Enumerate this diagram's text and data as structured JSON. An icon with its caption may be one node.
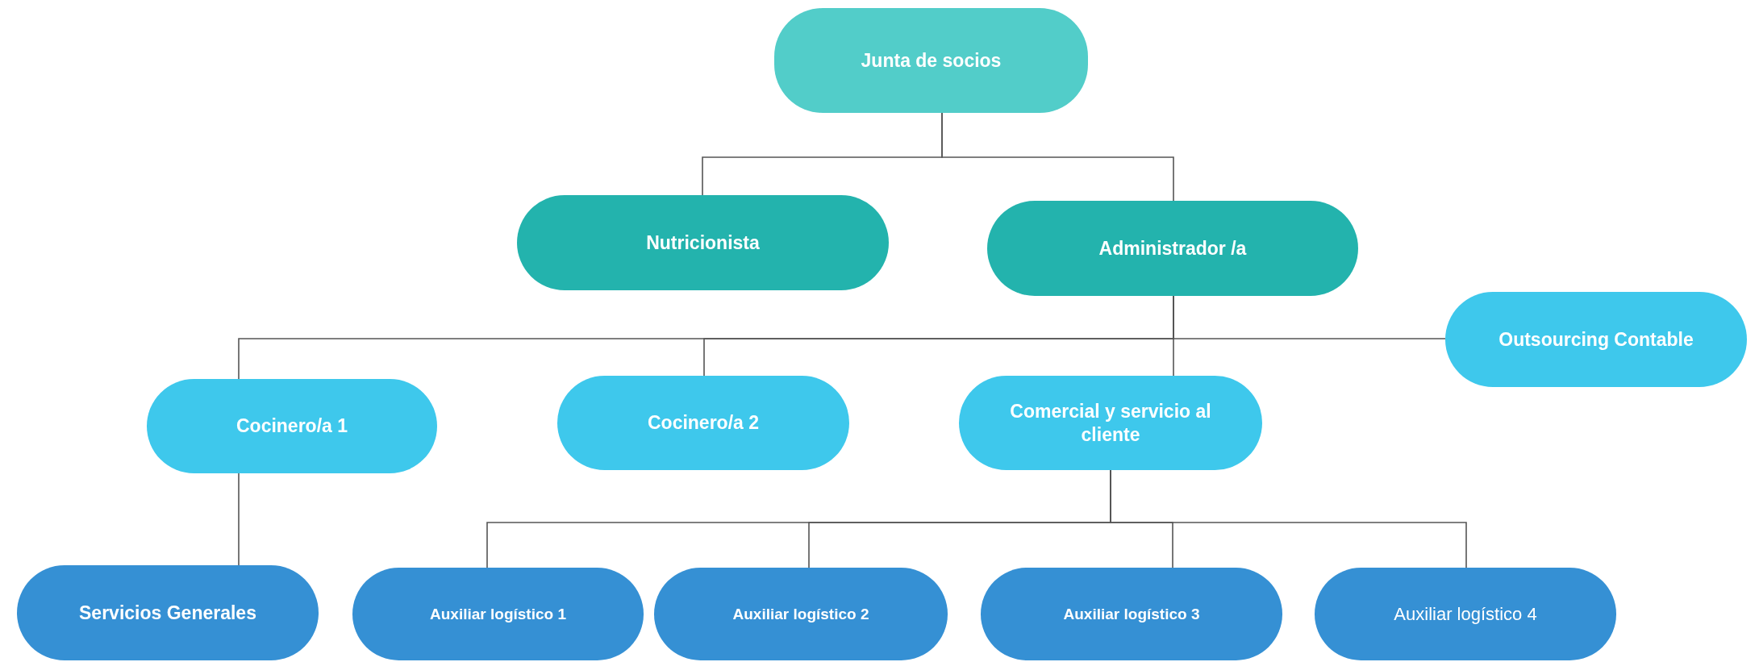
{
  "diagram": {
    "nodes": [
      {
        "text": [
          "Junta de socios"
        ]
      },
      {
        "text": [
          "Nutricionista"
        ]
      },
      {
        "text": [
          "Administrador /a"
        ]
      },
      {
        "text": [
          "Outsourcing Contable"
        ]
      },
      {
        "text": [
          "Cocinero/a 1"
        ]
      },
      {
        "text": [
          "Cocinero/a 2"
        ]
      },
      {
        "text": [
          "Comercial y servicio al cliente"
        ]
      },
      {
        "text": [
          "Servicios Generales"
        ]
      },
      {
        "text": [
          "Auxiliar logístico  1"
        ]
      },
      {
        "text": [
          "Auxiliar logístico  2"
        ]
      },
      {
        "text": [
          "Auxiliar logístico  3"
        ]
      },
      {
        "text": [
          "Auxiliar logístico 4"
        ]
      }
    ],
    "edges": [
      {
        "from": 0,
        "to": 1,
        "arrow": "none"
      },
      {
        "from": 0,
        "to": 2,
        "arrow": "none"
      },
      {
        "from": 2,
        "to": 4,
        "arrow": "none"
      },
      {
        "from": 2,
        "to": 5,
        "arrow": "none"
      },
      {
        "from": 2,
        "to": 6,
        "arrow": "none"
      },
      {
        "from": 2,
        "to": 3,
        "arrow": "none"
      },
      {
        "from": 4,
        "to": 7,
        "arrow": "none"
      },
      {
        "from": 6,
        "to": 8,
        "arrow": "none"
      },
      {
        "from": 6,
        "to": 9,
        "arrow": "none"
      },
      {
        "from": 6,
        "to": 10,
        "arrow": "none"
      },
      {
        "from": 6,
        "to": 11,
        "arrow": "none"
      }
    ]
  }
}
